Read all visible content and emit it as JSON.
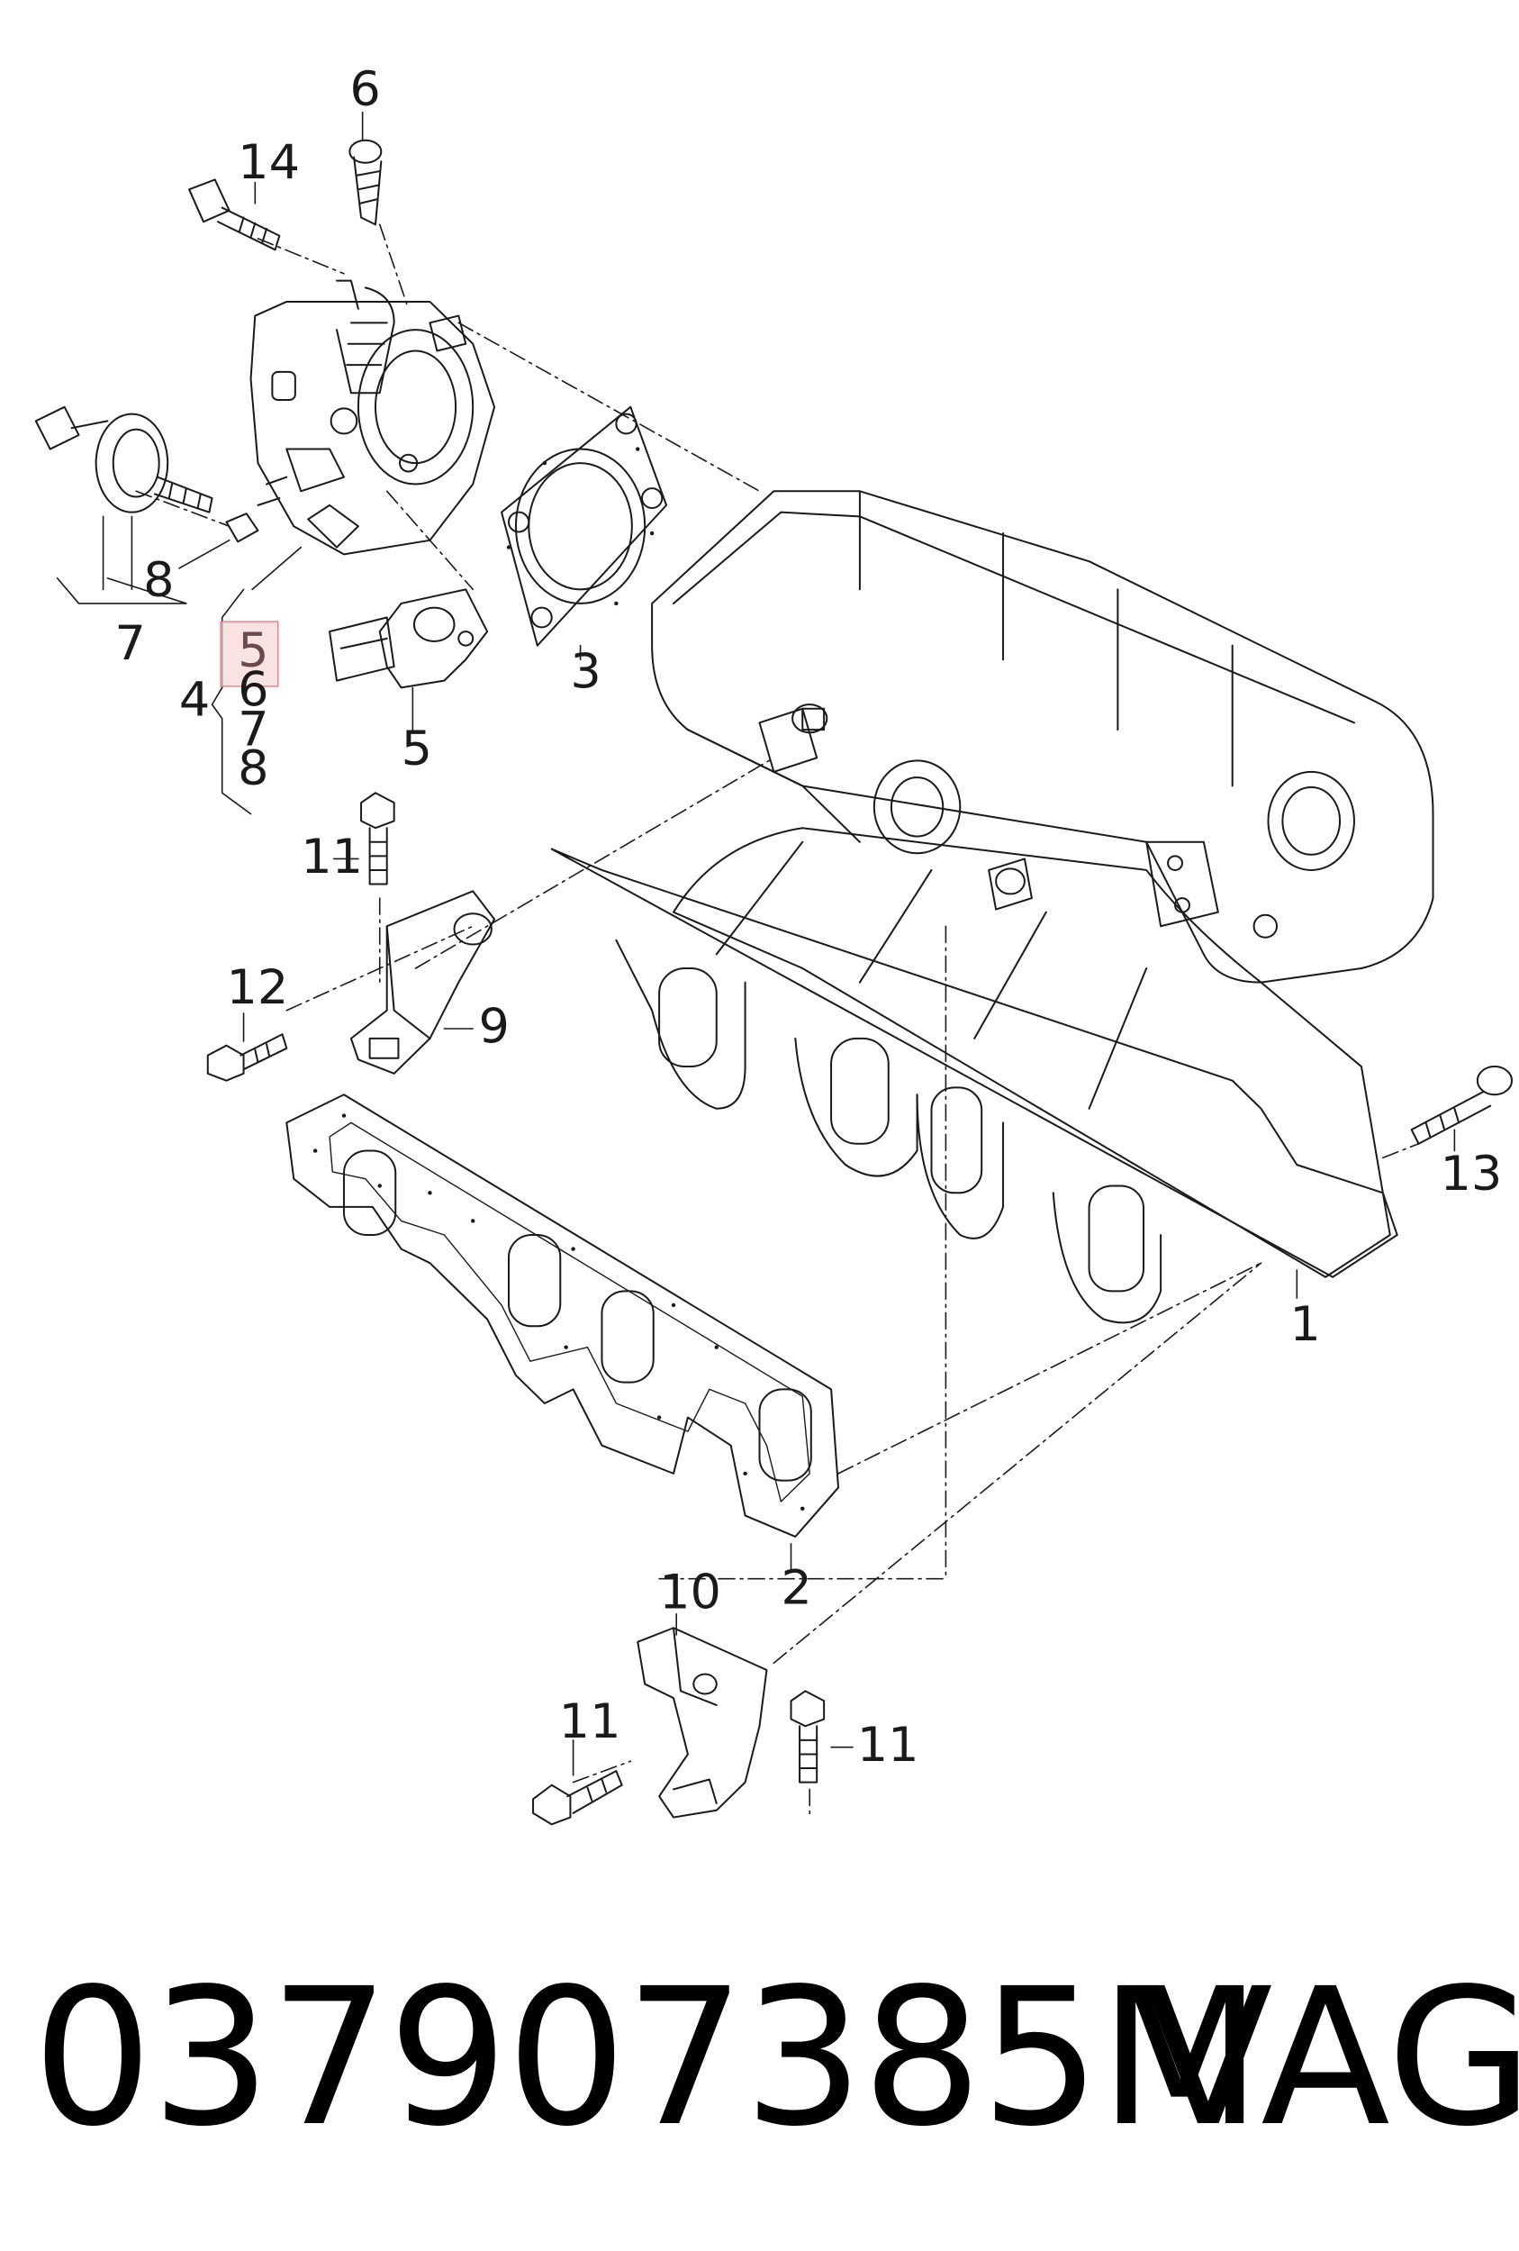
{
  "colors": {
    "line": "#1a1a1a",
    "highlight_fill": "#f7d6d6",
    "highlight_stroke": "#e08a8a"
  },
  "callouts": {
    "c1": "1",
    "c2": "2",
    "c3": "3",
    "c4": "4",
    "c5_sensor": "5",
    "c5_group": "5",
    "c6_top": "6",
    "c6_group": "6",
    "c7_group": "7",
    "c7_bottom": "7",
    "c8_group": "8",
    "c8_left": "8",
    "c9": "9",
    "c10": "10",
    "c11_a": "11",
    "c11_b": "11",
    "c11_c": "11",
    "c12": "12",
    "c13": "13",
    "c14": "14"
  },
  "footer": {
    "part_number": "037907385M",
    "brand": "VAG"
  }
}
